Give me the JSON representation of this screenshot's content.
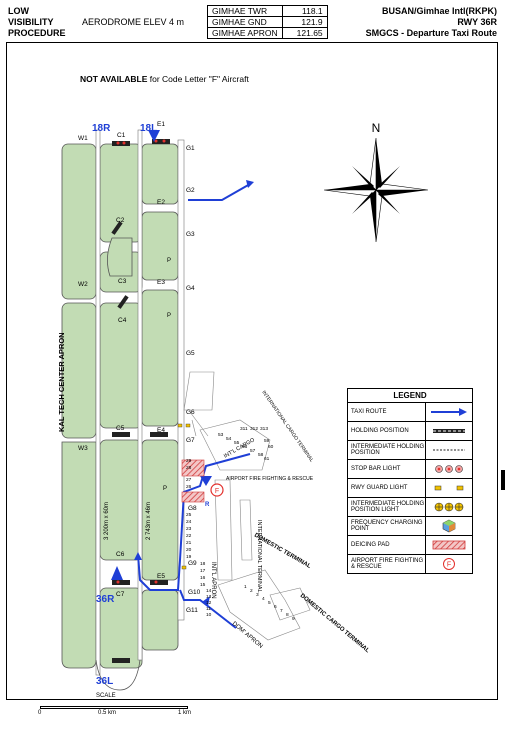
{
  "header": {
    "procedure_line1": "LOW",
    "procedure_line2": "VISIBILITY",
    "procedure_line3": "PROCEDURE",
    "elevation": "AERODROME ELEV 4 m",
    "frequencies": [
      {
        "name": "GIMHAE TWR",
        "value": "118.1"
      },
      {
        "name": "GIMHAE GND",
        "value": "121.9"
      },
      {
        "name": "GIMHAE APRON",
        "value": "121.65"
      }
    ],
    "airport": "BUSAN/Gimhae Intl(RKPK)",
    "runway": "RWY 36R",
    "chart_name": "SMGCS - Departure Taxi Route"
  },
  "notice": {
    "bold": "NOT AVAILABLE",
    "rest": " for Code Letter \"F\" Aircraft"
  },
  "map": {
    "runway_labels": {
      "r18r": "18R",
      "r18l": "18L",
      "r36r": "36R",
      "r36l": "36L"
    },
    "taxiways": [
      "W1",
      "C1",
      "E1",
      "G1",
      "G2",
      "C2",
      "E2",
      "G3",
      "C3",
      "E3",
      "W2",
      "G4",
      "C4",
      "G5",
      "G6",
      "W3",
      "C5",
      "E4",
      "G7",
      "G8",
      "E5",
      "C6",
      "G9",
      "C7",
      "G10",
      "G11"
    ],
    "apron_labels": {
      "kal": "KAL TECH CENTER APRON",
      "intl_apron": "INT'L APRON",
      "intl_cargo": "INT'L CARGO",
      "intl_cargo_terminal": "INTERNATIONAL CARGO TERMINAL",
      "intl_terminal": "INTERNATIONAL TERMINAL",
      "dom_terminal": "DOMESTIC TERMINAL",
      "dom_apron": "DOM' APRON",
      "dom_cargo": "DOMESTIC CARGO TERMINAL",
      "fire": "AIRPORT FIRE FIGHTING & RESCUE",
      "dim_left": "3 200m x 60m",
      "dim_right": "2 743m x 46m"
    },
    "stand_numbers": [
      "29",
      "28",
      "27",
      "26",
      "25",
      "24",
      "23",
      "22",
      "21",
      "20",
      "19",
      "18",
      "17",
      "16",
      "15",
      "14",
      "13",
      "12",
      "11",
      "10",
      "1",
      "2",
      "3",
      "4",
      "5",
      "6",
      "7",
      "8",
      "9",
      "53",
      "54",
      "55",
      "56",
      "57",
      "58",
      "59",
      "60",
      "61",
      "311",
      "312",
      "313"
    ],
    "letters": {
      "r": "R",
      "p": "P"
    }
  },
  "compass": {
    "north": "N"
  },
  "legend": {
    "title": "LEGEND",
    "items": [
      "TAXI ROUTE",
      "HOLDING POSITION",
      "INTERMEDIATE HOLDING POSITION",
      "STOP BAR LIGHT",
      "RWY GUARD LIGHT",
      "INTERMEDIATE HOLDING POSITION LIGHT",
      "FREQUENCY CHARGING POINT",
      "DEICING PAD",
      "AIRPORT FIRE FIGHTING & RESCUE"
    ],
    "fire_symbol": "F"
  },
  "scale": {
    "title": "SCALE",
    "ticks": [
      "0",
      "0.5 km",
      "1 km"
    ]
  },
  "colors": {
    "airfield": "#c2dcb4",
    "taxi_route": "#1f3fd6",
    "deicing": "#e07a7a",
    "fire": "#e3312d"
  }
}
